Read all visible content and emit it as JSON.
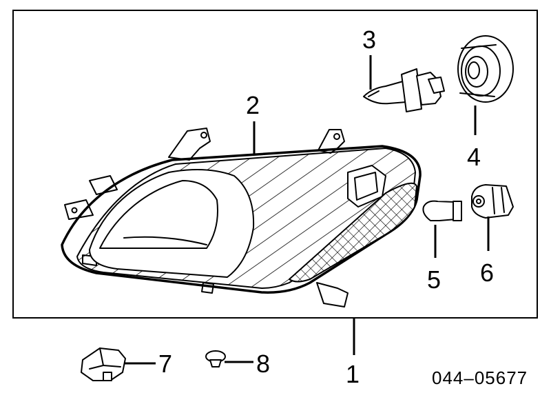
{
  "callouts": {
    "c1": "1",
    "c2": "2",
    "c3": "3",
    "c4": "4",
    "c5": "5",
    "c6": "6",
    "c7": "7",
    "c8": "8"
  },
  "part_number": "044–05677"
}
